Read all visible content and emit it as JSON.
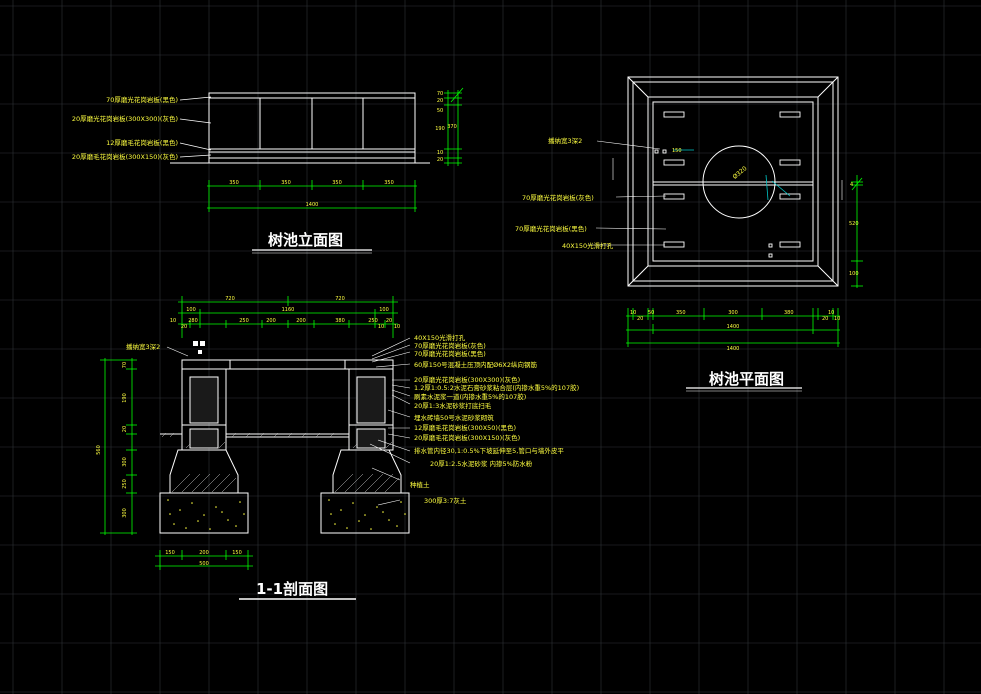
{
  "colors": {
    "background": "#000000",
    "grid": "#2f3338",
    "outline": "#ffffff",
    "dimension": "#00ff00",
    "text": "#ffff40",
    "hatch": "#c8c8c8",
    "cyan": "#00c8c8"
  },
  "elevation": {
    "title": "树池立面图",
    "notes": [
      "70厚磨光花岗岩板(黑色)",
      "20厚磨光花岗岩板(300X300)(灰色)",
      "12厚磨毛花岗岩板(黑色)",
      "20厚磨毛花岗岩板(300X150)(灰色)"
    ],
    "dims_bottom": [
      "350",
      "350",
      "350",
      "350"
    ],
    "dim_total": "1400",
    "dims_right": [
      "70",
      "20",
      "50",
      "370",
      "190",
      "10",
      "20"
    ]
  },
  "plan": {
    "title": "树池平面图",
    "notes": [
      "播纳宽3深2",
      "70厚磨光花岗岩板(灰色)",
      "70厚磨光花岗岩板(黑色)",
      "40X150光滑打孔"
    ],
    "circle_label": "Ø320",
    "small_label": "150",
    "dims_bottom": [
      "10",
      "20",
      "50",
      "350",
      "300",
      "380",
      "20",
      "10",
      "10"
    ],
    "dim_mid": "1400",
    "dim_total": "1400",
    "dims_right": [
      "4",
      "520",
      "100"
    ]
  },
  "section": {
    "title": "1-1剖面图",
    "left_note": "播纳宽3深2",
    "dims_top_outer": [
      "720",
      "720"
    ],
    "dims_top_mid": [
      "100",
      "1160",
      "100"
    ],
    "dims_top_inner": [
      "10",
      "20",
      "280",
      "250",
      "200",
      "200",
      "380",
      "250",
      "10",
      "20",
      "10"
    ],
    "dims_left": [
      "190",
      "560",
      "20",
      "70",
      "300",
      "250",
      "300"
    ],
    "dims_bottom": [
      "150",
      "200",
      "150"
    ],
    "dim_bottom_total": "500",
    "notes": [
      "40X150光滑打孔",
      "70厚磨光花岗岩板(灰色)",
      "70厚磨光花岗岩板(黑色)",
      "60厚150号混凝土压顶内配Ø6X2纵向钢筋",
      "20厚磨光花岗岩板(300X300)(灰色)",
      "1.2厚1:0.5:2水泥石膏砂浆粘合层(内掺水重5%的107胶)",
      "刷素水泥浆一道(内掺水重5%的107胶)",
      "20厚1:3水泥砂浆打底扫毛",
      "埋水砖墙50号水泥砂浆砌筑",
      "12厚磨毛花岗岩板(300X50)(黑色)",
      "20厚磨毛花岗岩板(300X150)(灰色)",
      "排水管内径30,1:0.5%下坡延伸至5,管口与墙外皮平",
      "20厚1:2.5水泥砂浆 内掺5%防水粉",
      "种植土",
      "300厚3:7灰土"
    ]
  }
}
